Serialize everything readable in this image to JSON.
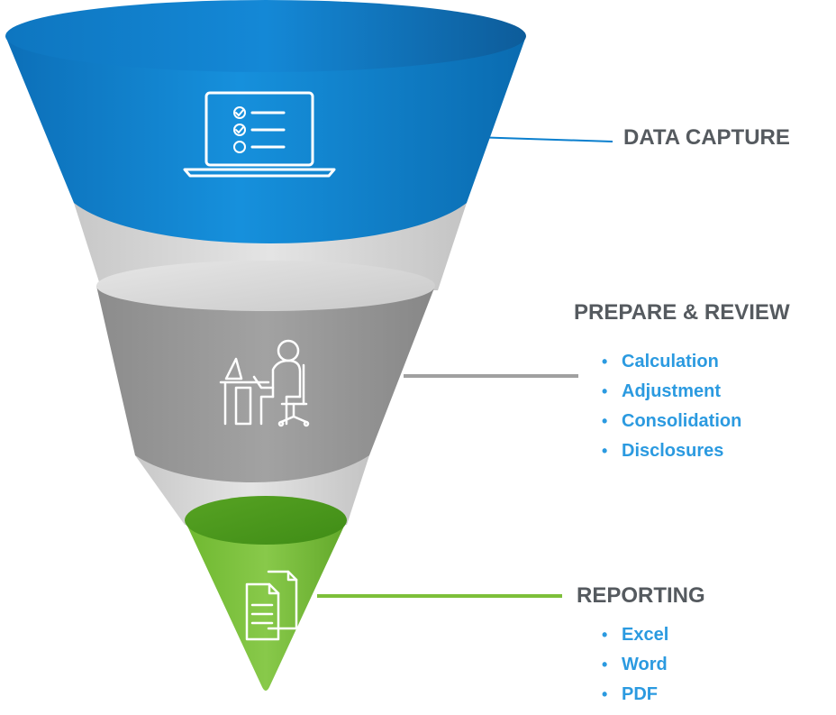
{
  "stages": [
    {
      "title": "DATA CAPTURE",
      "icon": "laptop-checklist-icon",
      "color": "#0a7fce",
      "items": []
    },
    {
      "title": "PREPARE & REVIEW",
      "icon": "person-at-desk-icon",
      "color": "#979797",
      "items": [
        "Calculation",
        "Adjustment",
        "Consolidation",
        "Disclosures"
      ]
    },
    {
      "title": "REPORTING",
      "icon": "documents-icon",
      "color": "#7dbf3a",
      "items": [
        "Excel",
        "Word",
        "PDF"
      ]
    }
  ],
  "colors": {
    "label_text": "#555a5f",
    "bullet_text": "#2b9ae0",
    "connector_gray": "#a0a0a0",
    "funnel_neck": "#d4d4d4"
  }
}
